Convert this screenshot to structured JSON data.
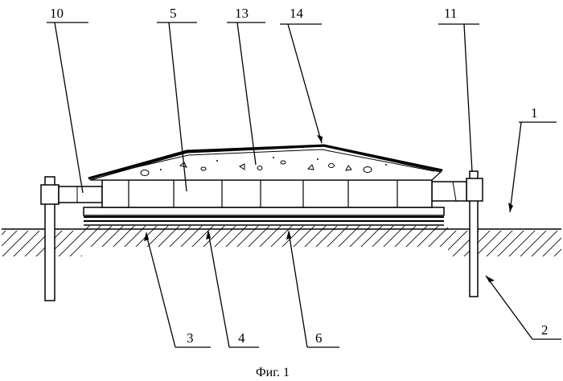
{
  "figure": {
    "caption": "Фиг. 1",
    "labels": [
      {
        "id": "10",
        "text": "10"
      },
      {
        "id": "5",
        "text": "5"
      },
      {
        "id": "13",
        "text": "13"
      },
      {
        "id": "14",
        "text": "14"
      },
      {
        "id": "11",
        "text": "11"
      },
      {
        "id": "1",
        "text": "1"
      },
      {
        "id": "2",
        "text": "2"
      },
      {
        "id": "3",
        "text": "3"
      },
      {
        "id": "4",
        "text": "4"
      },
      {
        "id": "6",
        "text": "6"
      }
    ]
  }
}
